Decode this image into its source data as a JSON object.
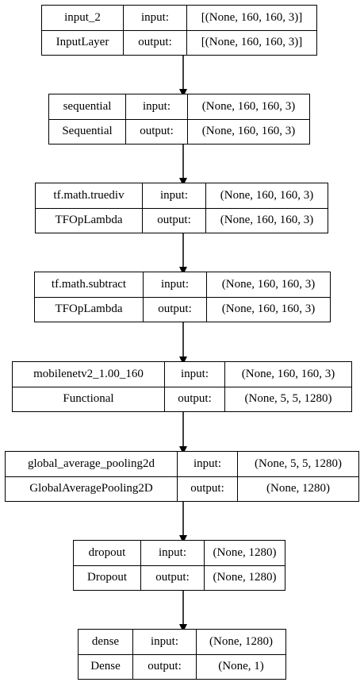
{
  "labels": {
    "input": "input:",
    "output": "output:"
  },
  "layers": [
    {
      "name": "input_2",
      "type": "InputLayer",
      "input": "[(None, 160, 160, 3)]",
      "output": "[(None, 160, 160, 3)]"
    },
    {
      "name": "sequential",
      "type": "Sequential",
      "input": "(None, 160, 160, 3)",
      "output": "(None, 160, 160, 3)"
    },
    {
      "name": "tf.math.truediv",
      "type": "TFOpLambda",
      "input": "(None, 160, 160, 3)",
      "output": "(None, 160, 160, 3)"
    },
    {
      "name": "tf.math.subtract",
      "type": "TFOpLambda",
      "input": "(None, 160, 160, 3)",
      "output": "(None, 160, 160, 3)"
    },
    {
      "name": "mobilenetv2_1.00_160",
      "type": "Functional",
      "input": "(None, 160, 160, 3)",
      "output": "(None, 5, 5, 1280)"
    },
    {
      "name": "global_average_pooling2d",
      "type": "GlobalAveragePooling2D",
      "input": "(None, 5, 5, 1280)",
      "output": "(None, 1280)"
    },
    {
      "name": "dropout",
      "type": "Dropout",
      "input": "(None, 1280)",
      "output": "(None, 1280)"
    },
    {
      "name": "dense",
      "type": "Dense",
      "input": "(None, 1280)",
      "output": "(None, 1)"
    }
  ]
}
